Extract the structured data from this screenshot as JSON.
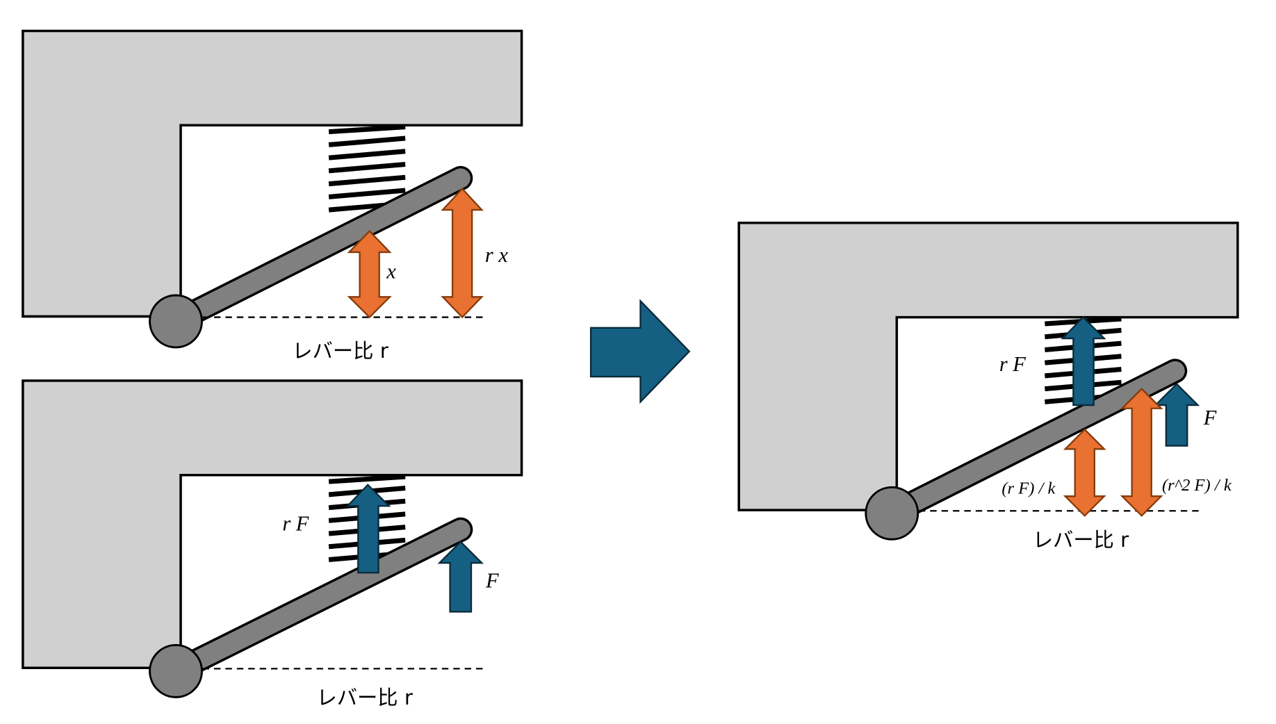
{
  "colors": {
    "frame": "#d0d0d0",
    "lever": "#808080",
    "orange": "#e97132",
    "blue": "#156082"
  },
  "panel_top_left": {
    "caption": "レバー比 r",
    "label_x": "x",
    "label_rx": "r x"
  },
  "panel_bottom_left": {
    "caption": "レバー比 r",
    "label_spring_force": "r F",
    "label_force": "F"
  },
  "transition_arrow": {
    "icon": "right-arrow-icon"
  },
  "panel_right": {
    "caption": "レバー比 r",
    "label_spring_force": "r F",
    "label_force": "F",
    "label_disp1": "(r F) / k",
    "label_disp2": "(r^2 F) / k"
  }
}
